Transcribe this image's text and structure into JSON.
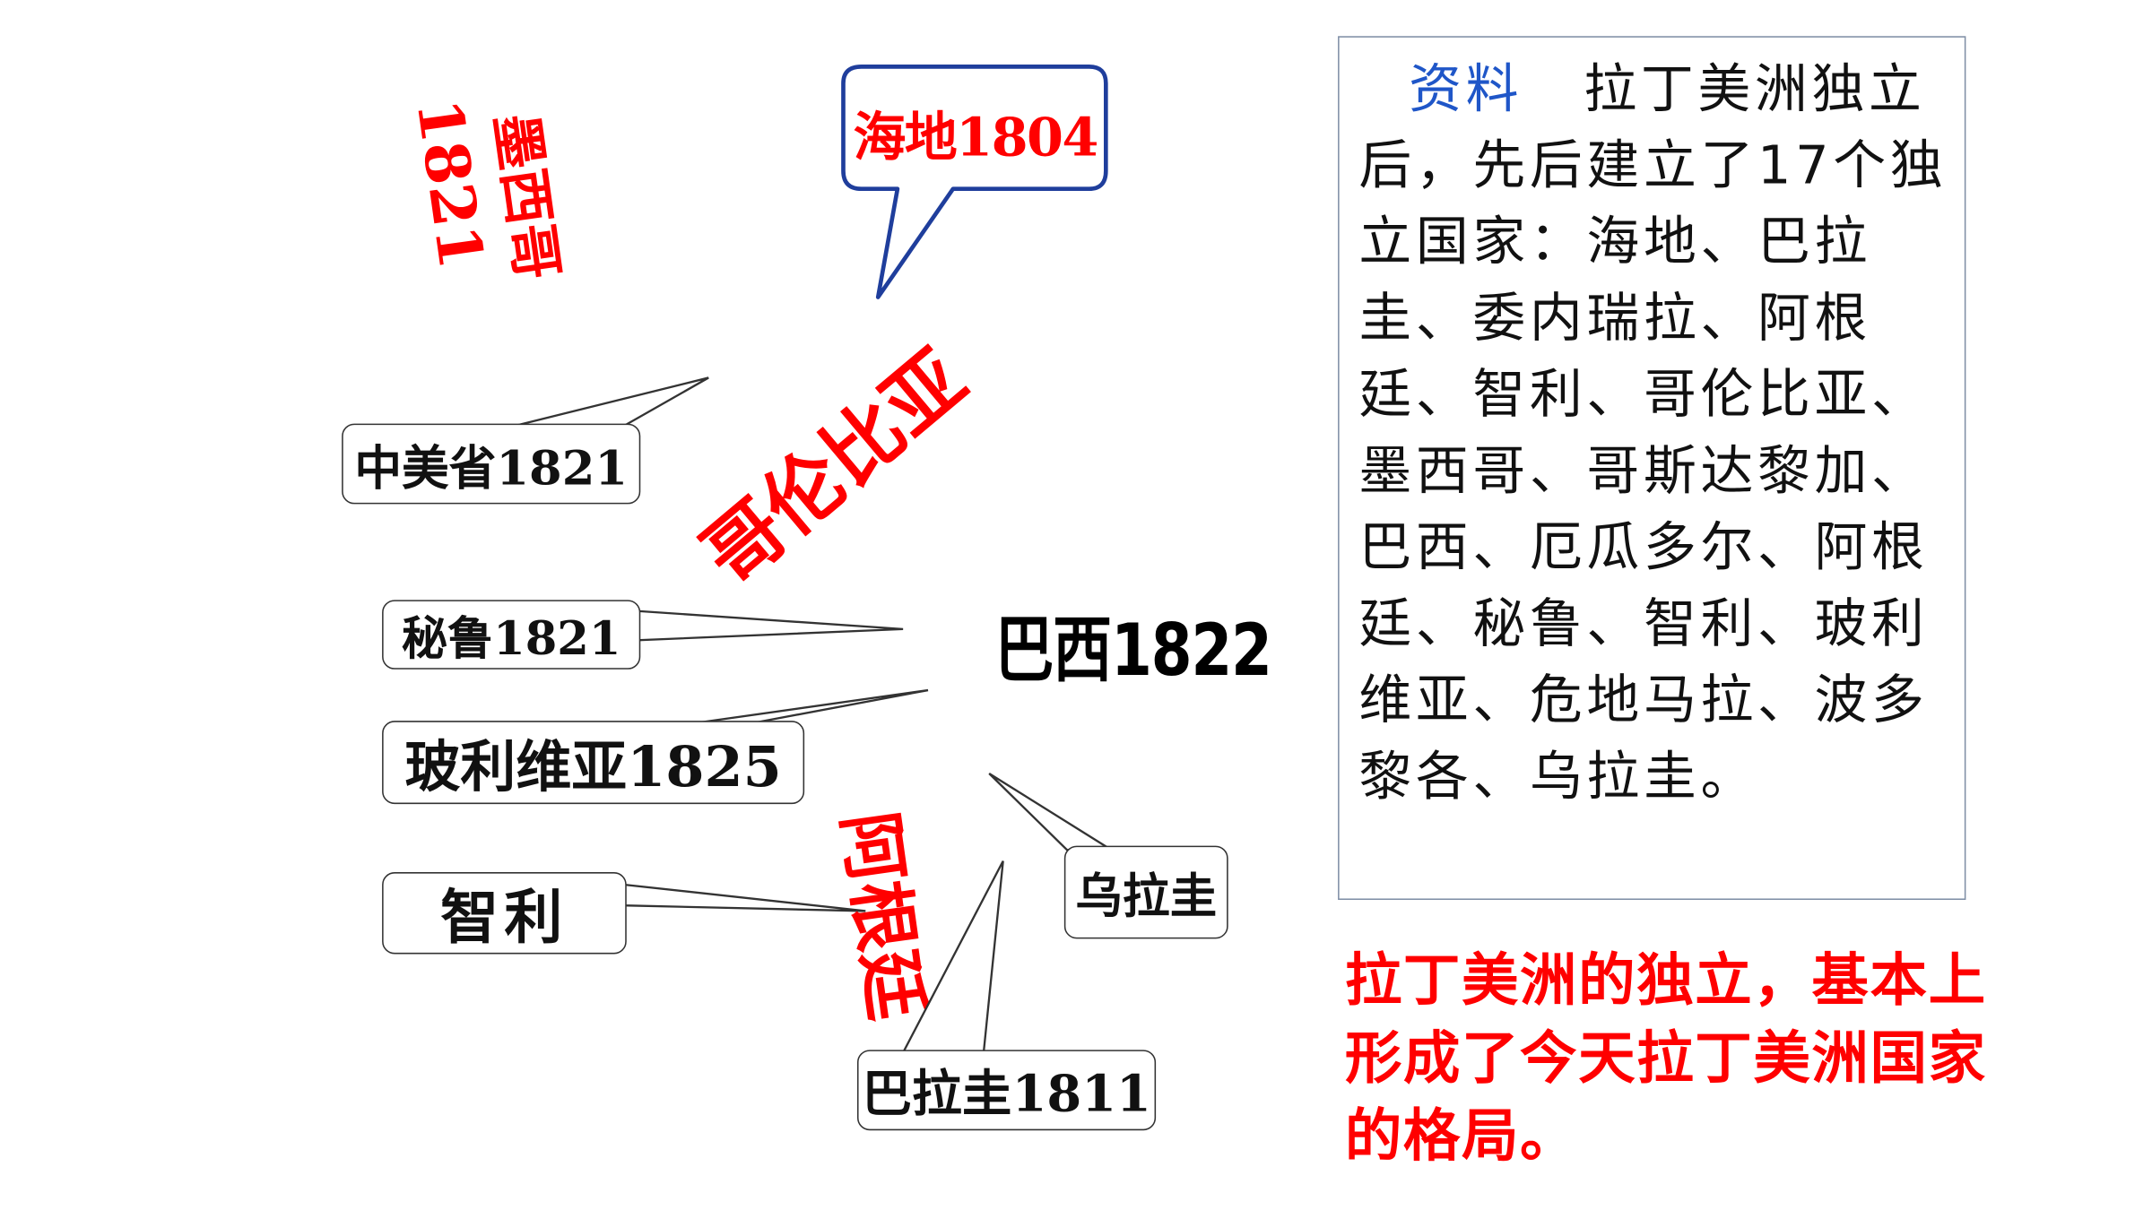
{
  "diagram": {
    "haiti": "海地1804",
    "mexico_name": "墨西哥",
    "mexico_year": "1821",
    "colombia": "哥伦比亚",
    "central_america": "中美省1821",
    "peru": "秘鲁1821",
    "bolivia": "玻利维亚1825",
    "chile": "智利",
    "argentina": "阿根廷",
    "uruguay": "乌拉圭",
    "paraguay": "巴拉圭1811",
    "brazil": "巴西1822"
  },
  "info": {
    "label": "资料",
    "text": "拉丁美洲独立后，先后建立了17个独立国家：海地、巴拉圭、委内瑞拉、阿根廷、智利、哥伦比亚、墨西哥、哥斯达黎加、巴西、厄瓜多尔、阿根廷、秘鲁、智利、玻利维亚、危地马拉、波多黎各、乌拉圭。"
  },
  "conclusion": "拉丁美洲的独立，基本上形成了今天拉丁美洲国家的格局。",
  "colors": {
    "accent_red": "#ff0000",
    "label_blue": "#1f56c8",
    "callout_border_blue": "#1f3e9c",
    "box_border": "#7f8fa6"
  }
}
